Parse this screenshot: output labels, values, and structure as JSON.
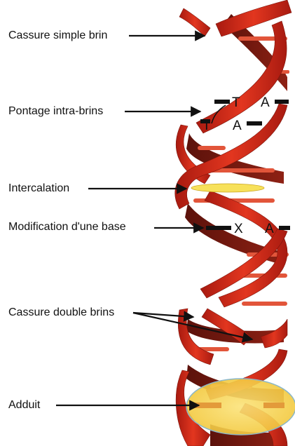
{
  "labels": [
    "Cassure simple brin",
    "Pontage intra-brins",
    "Intercalation",
    "Modification d'une base",
    "Cassure double brins",
    "Adduit"
  ],
  "bases": {
    "t1": "T",
    "a1": "A",
    "t2": "T",
    "a2": "A",
    "x": "X",
    "a3": "A"
  },
  "colors": {
    "strand_front": "#d42a1a",
    "strand_back": "#7a1a10",
    "rung": "#e2553a",
    "intercalator": "#f7e15a",
    "adduct": "#f7d34a",
    "adduct_edge": "#8ab7c9"
  }
}
